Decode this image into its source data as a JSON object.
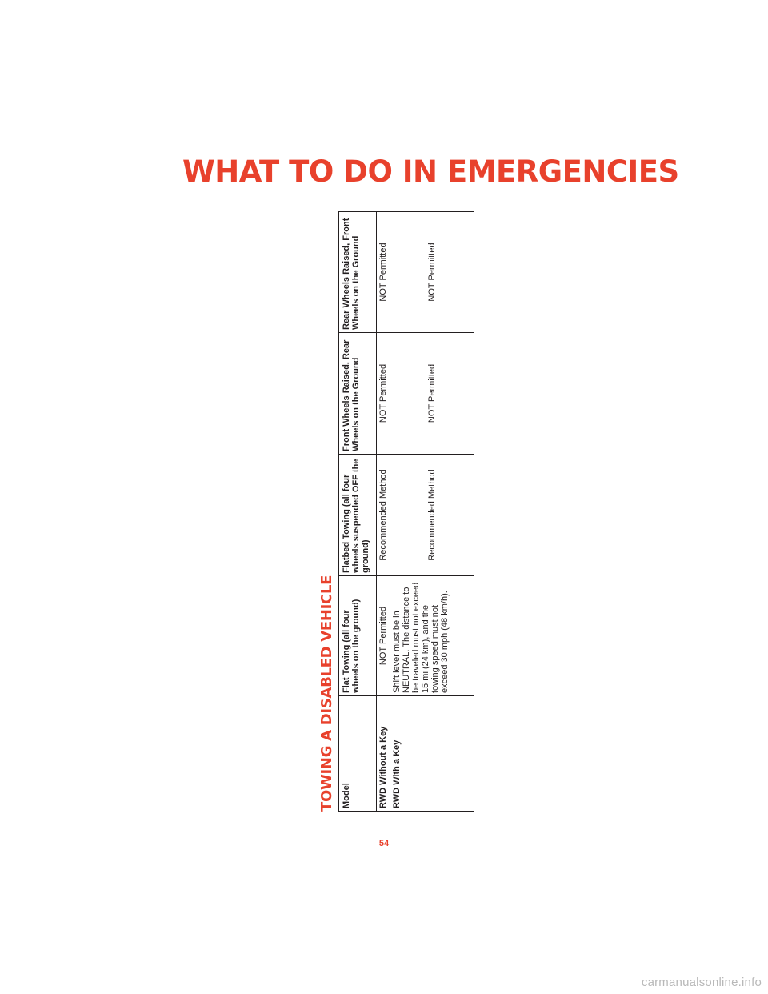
{
  "header": {
    "title": "WHAT TO DO IN EMERGENCIES"
  },
  "section": {
    "title": "TOWING A DISABLED VEHICLE"
  },
  "table": {
    "headers": [
      "Model",
      "Flat Towing (all four wheels on the ground)",
      "Flatbed Towing (all four wheels suspended OFF the ground)",
      "Front Wheels Raised, Rear Wheels on the Ground",
      "Rear Wheels Raised, Front Wheels on the Ground"
    ],
    "rows": [
      {
        "model": "RWD Without a Key",
        "flat": "NOT Permitted",
        "flatbed": "Recommended Method",
        "front_raised": "NOT Permitted",
        "rear_raised": "NOT Permitted"
      },
      {
        "model": "RWD With a Key",
        "flat": "Shift lever must be in NEUTRAL. The distance to be traveled must not exceed 15 mi (24 km), and the towing speed must not exceed 30 mph (48 km/h).",
        "flatbed": "Recommended Method",
        "front_raised": "NOT Permitted",
        "rear_raised": "NOT Permitted"
      }
    ]
  },
  "footer": {
    "page_number": "54"
  },
  "watermark": {
    "text": "carmanualsonline.info"
  }
}
